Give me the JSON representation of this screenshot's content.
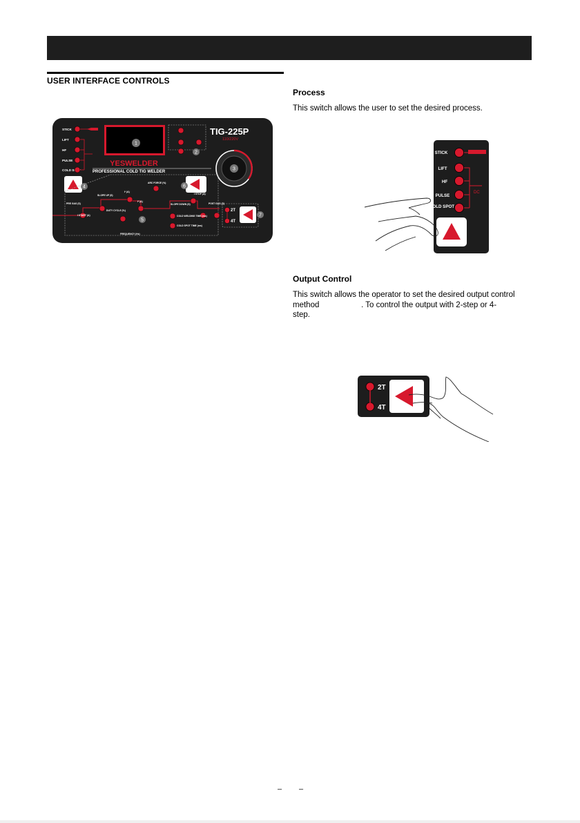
{
  "section": {
    "title": "USER INTERFACE CONTROLS"
  },
  "process": {
    "heading": "Process",
    "text": "This switch allows the user to set the desired process.",
    "options": [
      "STICK",
      "LIFT",
      "HF",
      "PULSE",
      "COLD SPOT"
    ],
    "polarity_label": "DC"
  },
  "output_control": {
    "heading": "Output Control",
    "text_lines": [
      "This switch allows the operator to set the desired output control",
      "method                   . To control the output with 2-step or 4-",
      "step."
    ],
    "options": [
      "2T",
      "4T"
    ]
  },
  "front_panel": {
    "model": "TIG-225P",
    "voltage": "110/220V",
    "brand": "YESWELDER",
    "tagline": "PROFESSIONAL COLD TIG WELDER",
    "process_list": [
      "STICK",
      "LIFT",
      "HF",
      "PULSE",
      "COLD SPOT"
    ],
    "callouts": [
      "1",
      "2",
      "3",
      "4",
      "5",
      "6",
      "7"
    ],
    "params": {
      "i_start": "I START (A)",
      "slope_up": "SLOPE UP (S)",
      "i1": "I¹ (A)",
      "i2": "I² (A)",
      "duty_cycle": "DUTY CYCLE (%)",
      "arc_force": "ARC FORCE (%)",
      "slope_down": "SLOPE DOWN (S)",
      "i_stop": "I STOP (A)",
      "cold_welding_time": "COLD WELDING TIME (ms)",
      "cold_spot_time": "COLD SPOT TIME (ms)",
      "frequency": "FREQUENCY (Hz)",
      "pre_gas": "PRE GAS (S)",
      "post_gas": "POST GAS (S)"
    },
    "mode_options": [
      "2T",
      "4T"
    ],
    "colors": {
      "panel": "#1d1d1d",
      "accent": "#d7192d"
    }
  },
  "footer": {
    "marks": [
      "–",
      "–"
    ]
  }
}
